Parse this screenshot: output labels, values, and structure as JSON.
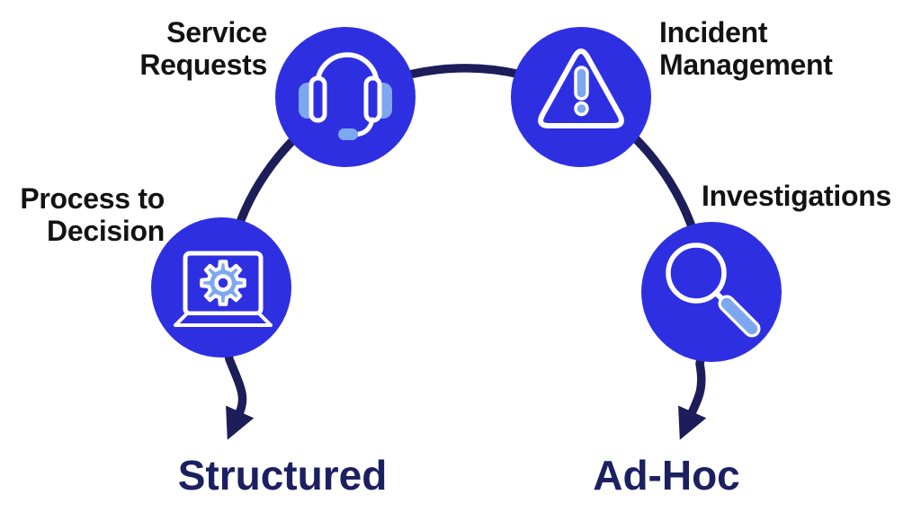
{
  "diagram": {
    "type": "semicircle-flow",
    "nodes": [
      {
        "id": "service-requests",
        "label": "Service Requests",
        "lines": [
          "Service",
          "Requests"
        ],
        "icon": "headset-icon"
      },
      {
        "id": "incident-management",
        "label": "Incident Management",
        "lines": [
          "Incident",
          "Management"
        ],
        "icon": "warning-triangle-icon"
      },
      {
        "id": "process-to-decision",
        "label": "Process to Decision",
        "lines": [
          "Process to",
          "Decision"
        ],
        "icon": "laptop-gear-icon"
      },
      {
        "id": "investigations",
        "label": "Investigations",
        "lines": [
          "Investigations"
        ],
        "icon": "magnifying-glass-icon"
      }
    ],
    "endpoints": [
      {
        "id": "structured",
        "label": "Structured"
      },
      {
        "id": "ad-hoc",
        "label": "Ad-Hoc"
      }
    ],
    "colors": {
      "node_fill": "#2f2fe2",
      "icon_accent": "#7da7ee",
      "icon_stroke": "#ffffff",
      "arc_navy": "#1d1d5a",
      "node_label_text": "#131313",
      "endpoint_label_text": "#1c2060"
    }
  }
}
